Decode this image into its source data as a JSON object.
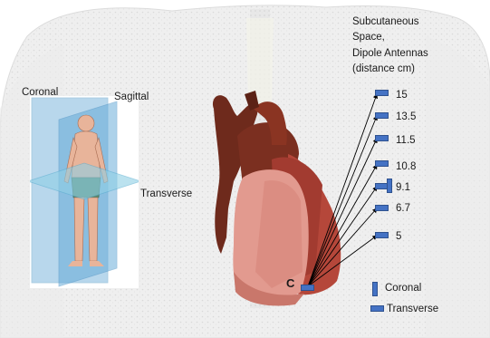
{
  "planes_inset": {
    "coronal_label": "Coronal",
    "sagittal_label": "Sagittal",
    "transverse_label": "Transverse"
  },
  "heart_label": "C",
  "antenna_legend": {
    "title_lines": [
      "Subcutaneous",
      "Space,",
      "Dipole Antennas",
      "(distance cm)"
    ],
    "distances": [
      "15",
      "13.5",
      "11.5",
      "10.8",
      "9.1",
      "6.7",
      "5"
    ]
  },
  "orientation_legend": {
    "coronal_label": "Coronal",
    "transverse_label": "Transverse"
  },
  "colors": {
    "antenna": "#4472c4",
    "plane": "#7fb8dd",
    "heart_dark": "#6e2a1c",
    "heart_mid": "#b5473a",
    "heart_light": "#e29a8f",
    "torso": "#e6e6e6"
  }
}
